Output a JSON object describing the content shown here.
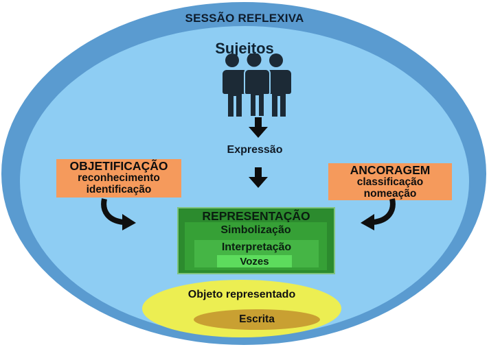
{
  "diagram": {
    "session_title": "SESSÃO REFLEXIVA",
    "subjects": {
      "title": "Sujeitos",
      "icon": "group-of-people-icon"
    },
    "expression": "Expressão",
    "objectification": {
      "title": "OBJETIFICAÇÃO",
      "line1": "reconhecimento",
      "line2": "identificação"
    },
    "anchoring": {
      "title": "ANCORAGEM",
      "line1": "classificação",
      "line2": "nomeação"
    },
    "representation": {
      "title": "REPRESENTAÇÃO",
      "level1": "Simbolização",
      "level2": "Interpretação",
      "level3": "Vozes"
    },
    "object": {
      "label": "Objeto representado",
      "core": "Escrita"
    },
    "colors": {
      "outer_ring": "#5a9bd0",
      "inner_area": "#8ecdf3",
      "orange_boxes": "#f59a5c",
      "representation_dark": "#2c8b2e",
      "representation_mid": "#36a036",
      "representation_light": "#45b545",
      "vozes": "#5ddc5d",
      "object_ellipse": "#ecee52",
      "escrita_ellipse": "#c9a032",
      "icon_dark": "#1c2a36"
    }
  }
}
